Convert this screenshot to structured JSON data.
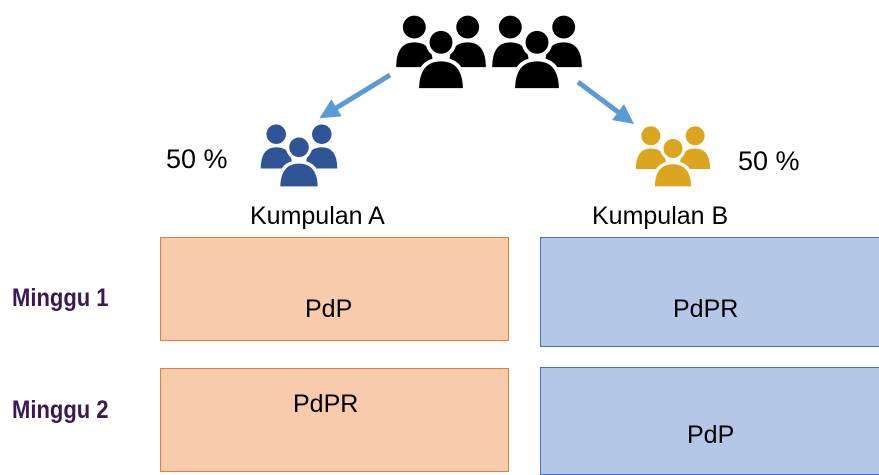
{
  "colors": {
    "crowd": "#000000",
    "group_a_icon": "#2f5597",
    "group_b_icon": "#dba520",
    "arrow": "#5b9bd5",
    "box_a_fill": "#f8cbad",
    "box_a_border": "#ed7d31",
    "box_b_fill": "#b4c7e7",
    "box_b_border": "#4472c4",
    "week_label": "#3a1a55"
  },
  "icons": {
    "crowd": "people-group-icon",
    "group_a": "people-group-icon",
    "group_b": "people-group-icon",
    "arrows": "arrow-icon"
  },
  "groups": {
    "a": {
      "percent": "50 %",
      "label": "Kumpulan A"
    },
    "b": {
      "percent": "50 %",
      "label": "Kumpulan B"
    }
  },
  "weeks": [
    {
      "label": "Minggu 1",
      "group_a": "PdP",
      "group_b": "PdPR"
    },
    {
      "label": "Minggu 2",
      "group_a": "PdPR",
      "group_b": "PdP"
    }
  ]
}
